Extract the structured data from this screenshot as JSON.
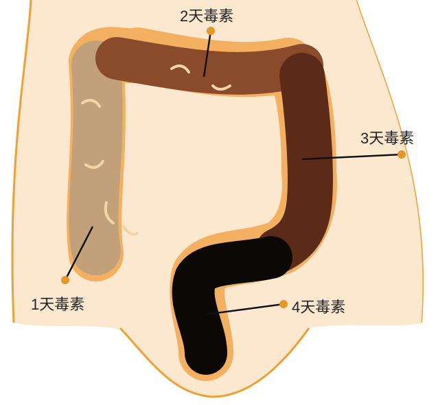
{
  "labels": {
    "day1": "1天毒素",
    "day2": "2天毒素",
    "day3": "3天毒素",
    "day4": "4天毒素"
  },
  "colors": {
    "body_fill": "#fbe8cf",
    "body_outline": "#f0a030",
    "day1": "#c2a17a",
    "day2": "#8a4a2c",
    "day3": "#5c2a18",
    "day4": "#0c0806",
    "marker": "#e8952a"
  }
}
